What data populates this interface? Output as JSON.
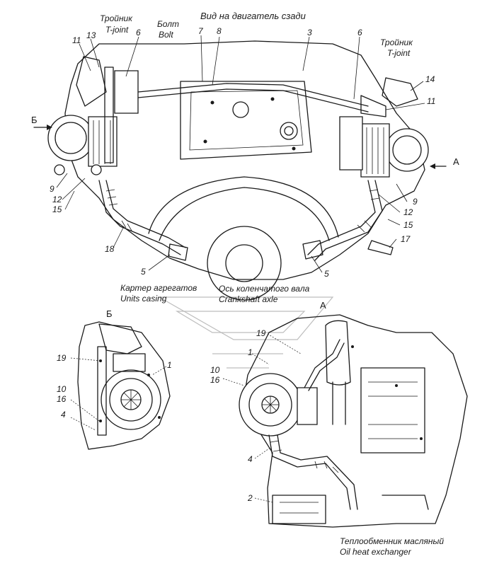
{
  "labels": {
    "view_title": "Вид на двигатель сзади",
    "tee_left_ru": "Тройник",
    "tee_left_en": "T-joint",
    "bolt_ru": "Болт",
    "bolt_en": "Bolt",
    "tee_right_ru": "Тройник",
    "tee_right_en": "T-joint",
    "units_casing_ru": "Картер агрегатов",
    "units_casing_en": "Units casing",
    "crank_axle_ru": "Ось коленчатого вала",
    "crank_axle_en": "Crankshaft axle",
    "oil_hx_ru": "Теплообменник масляный",
    "oil_hx_en": "Oil heat exchanger",
    "view_b_arrow": "Б",
    "view_a_arrow": "А",
    "view_b_title": "Б",
    "view_a_title": "А"
  },
  "callouts": {
    "n11_top": "11",
    "n13": "13",
    "n6_left": "6",
    "n7": "7",
    "n8": "8",
    "n3": "3",
    "n6_right": "6",
    "n14": "14",
    "n11_right": "11",
    "n9_left": "9",
    "n12_left": "12",
    "n15_left": "15",
    "n18": "18",
    "n5_left": "5",
    "n5_right": "5",
    "n9_right": "9",
    "n12_right": "12",
    "n15_right": "15",
    "n17": "17",
    "n19_b": "19",
    "n1_b": "1",
    "n10_b": "10",
    "n16_b": "16",
    "n4_b": "4",
    "n19_a": "19",
    "n1_a": "1",
    "n10_a": "10",
    "n16_a": "16",
    "n4_a": "4",
    "n2_a": "2"
  }
}
